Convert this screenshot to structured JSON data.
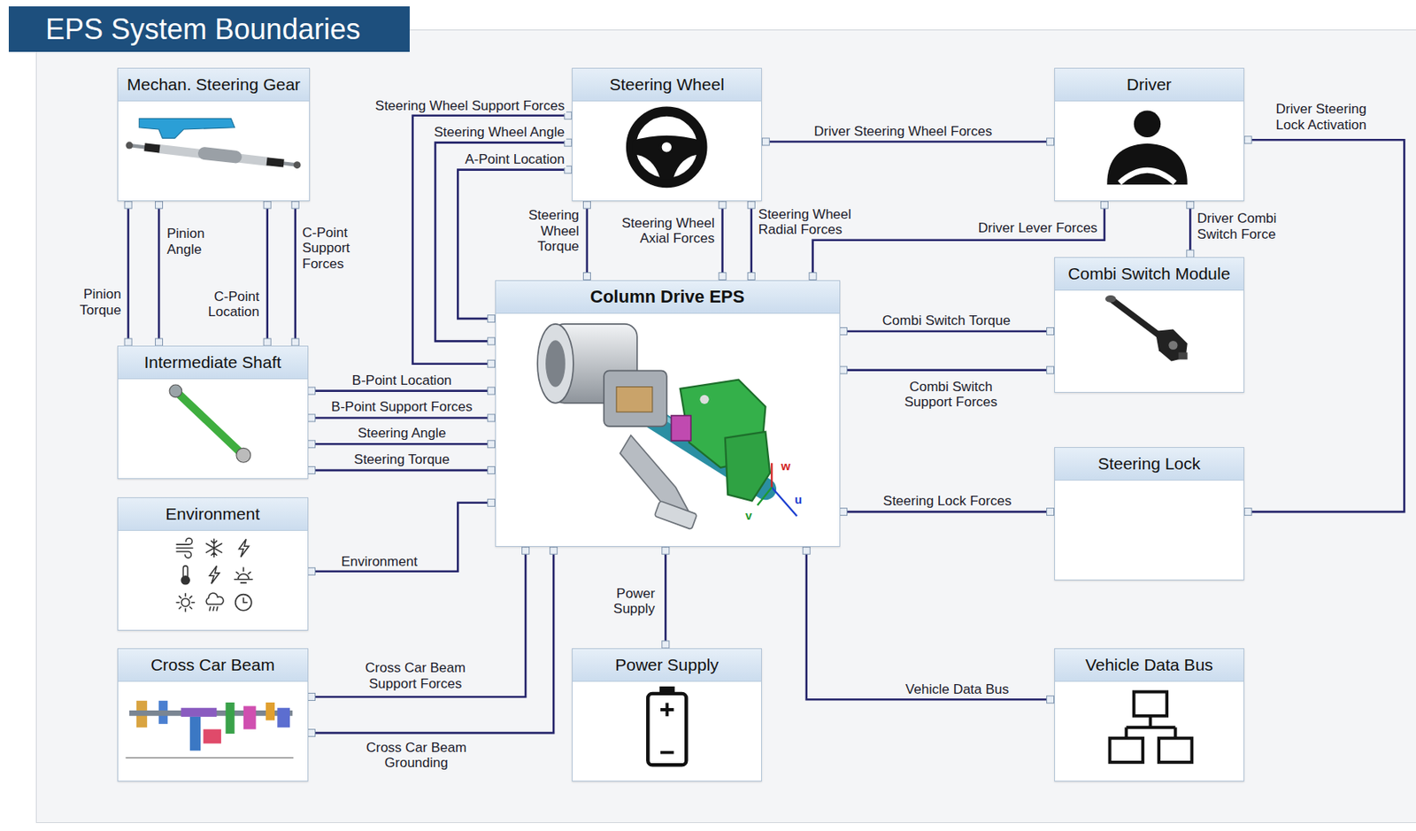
{
  "diagram": {
    "title": "EPS System Boundaries",
    "nodes": [
      {
        "text": [
          "Mechan. Steering Gear"
        ]
      },
      {
        "text": [
          "Steering Wheel"
        ]
      },
      {
        "text": [
          "Driver"
        ]
      },
      {
        "text": [
          "Combi Switch Module"
        ]
      },
      {
        "text": [
          "Column Drive EPS"
        ]
      },
      {
        "text": [
          "Intermediate Shaft"
        ]
      },
      {
        "text": [
          "Steering Lock"
        ]
      },
      {
        "text": [
          "Environment"
        ]
      },
      {
        "text": [
          "Cross Car Beam"
        ]
      },
      {
        "text": [
          "Power Supply"
        ]
      },
      {
        "text": [
          "Vehicle Data Bus"
        ]
      }
    ],
    "edges": [
      {
        "from": 1,
        "to": 4,
        "label": "Steering Wheel Support Forces",
        "arrow": "none"
      },
      {
        "from": 1,
        "to": 4,
        "label": "Steering Wheel Angle",
        "arrow": "none"
      },
      {
        "from": 1,
        "to": 4,
        "label": "A-Point Location",
        "arrow": "none"
      },
      {
        "from": 1,
        "to": 4,
        "label": "Steering Wheel Torque",
        "arrow": "none"
      },
      {
        "from": 1,
        "to": 4,
        "label": "Steering Wheel Axial Forces",
        "arrow": "none"
      },
      {
        "from": 1,
        "to": 4,
        "label": "Steering Wheel Radial Forces",
        "arrow": "none"
      },
      {
        "from": 2,
        "to": 1,
        "label": "Driver Steering Wheel Forces",
        "arrow": "none"
      },
      {
        "from": 2,
        "to": 4,
        "label": "Driver Lever Forces",
        "arrow": "none"
      },
      {
        "from": 2,
        "to": 3,
        "label": "Driver Combi Switch Force",
        "arrow": "none"
      },
      {
        "from": 2,
        "to": 6,
        "label": "Driver Steering Lock Activation",
        "arrow": "none"
      },
      {
        "from": 4,
        "to": 3,
        "label": "Combi Switch Torque",
        "arrow": "none"
      },
      {
        "from": 4,
        "to": 3,
        "label": "Combi Switch Support Forces",
        "arrow": "none"
      },
      {
        "from": 4,
        "to": 6,
        "label": "Steering Lock Forces",
        "arrow": "none"
      },
      {
        "from": 0,
        "to": 5,
        "label": "Pinion Torque",
        "arrow": "none"
      },
      {
        "from": 0,
        "to": 5,
        "label": "Pinion Angle",
        "arrow": "none"
      },
      {
        "from": 0,
        "to": 5,
        "label": "C-Point Location",
        "arrow": "none"
      },
      {
        "from": 0,
        "to": 5,
        "label": "C-Point Support Forces",
        "arrow": "none"
      },
      {
        "from": 5,
        "to": 4,
        "label": "B-Point Location",
        "arrow": "none"
      },
      {
        "from": 5,
        "to": 4,
        "label": "B-Point Support Forces",
        "arrow": "none"
      },
      {
        "from": 5,
        "to": 4,
        "label": "Steering Angle",
        "arrow": "none"
      },
      {
        "from": 5,
        "to": 4,
        "label": "Steering Torque",
        "arrow": "none"
      },
      {
        "from": 7,
        "to": 4,
        "label": "Environment",
        "arrow": "none"
      },
      {
        "from": 8,
        "to": 4,
        "label": "Cross Car Beam Support Forces",
        "arrow": "none"
      },
      {
        "from": 8,
        "to": 4,
        "label": "Cross Car Beam Grounding",
        "arrow": "none"
      },
      {
        "from": 4,
        "to": 9,
        "label": "Power Supply",
        "arrow": "none"
      },
      {
        "from": 4,
        "to": 10,
        "label": "Vehicle Data Bus",
        "arrow": "none"
      }
    ],
    "labels": [
      "w",
      "u",
      "v"
    ]
  }
}
